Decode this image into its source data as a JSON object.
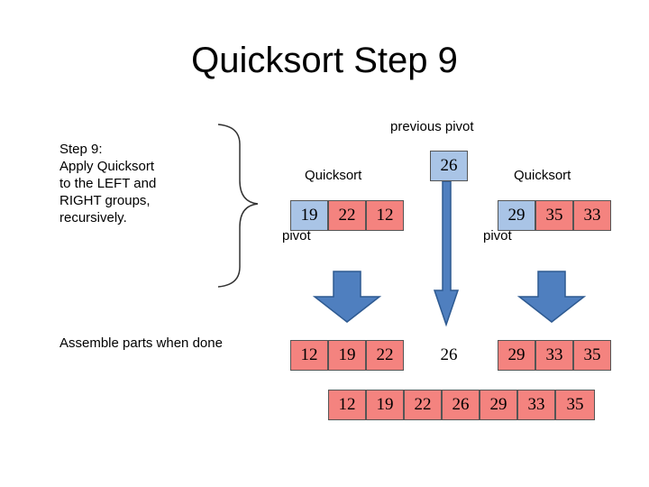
{
  "title": "Quicksort Step 9",
  "left_panel": {
    "step_text": "Step 9:\nApply Quicksort\nto the LEFT and\nRIGHT groups,\nrecursively.",
    "assemble_text": "Assemble parts when done"
  },
  "labels": {
    "previous_pivot": "previous pivot",
    "quicksort_left": "Quicksort",
    "quicksort_right": "Quicksort",
    "pivot_left": "pivot",
    "pivot_right": "pivot"
  },
  "rows": {
    "previous_pivot_value": "26",
    "left_group": [
      "19",
      "22",
      "12"
    ],
    "right_group": [
      "29",
      "35",
      "33"
    ],
    "sorted_left": [
      "12",
      "19",
      "22"
    ],
    "sorted_middle": "26",
    "sorted_right": [
      "29",
      "33",
      "35"
    ],
    "final": [
      "12",
      "19",
      "22",
      "26",
      "29",
      "33",
      "35"
    ]
  },
  "colors": {
    "cell_fill": "#f4837f",
    "pivot_fill": "#a9c4e6",
    "arrow_fill": "#4f7fbf",
    "arrow_stroke": "#2e5a91"
  }
}
